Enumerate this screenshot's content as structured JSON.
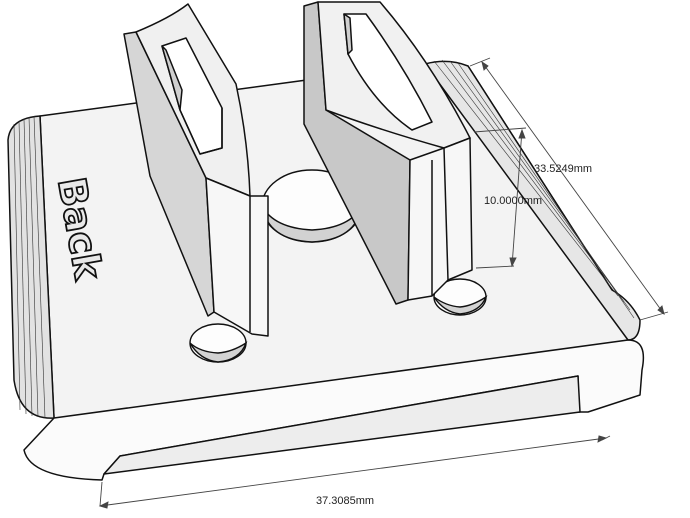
{
  "model": {
    "embossed_label": "Back",
    "colors": {
      "background": "#ffffff",
      "face": "#f2f2f2",
      "side": "#e4e4e4",
      "shadow": "#c9c9c9",
      "edge": "#111111"
    }
  },
  "dimensions": {
    "depth_label": "33.5249mm",
    "slot_height_label": "10.0000mm",
    "width_label": "37.3085mm"
  }
}
